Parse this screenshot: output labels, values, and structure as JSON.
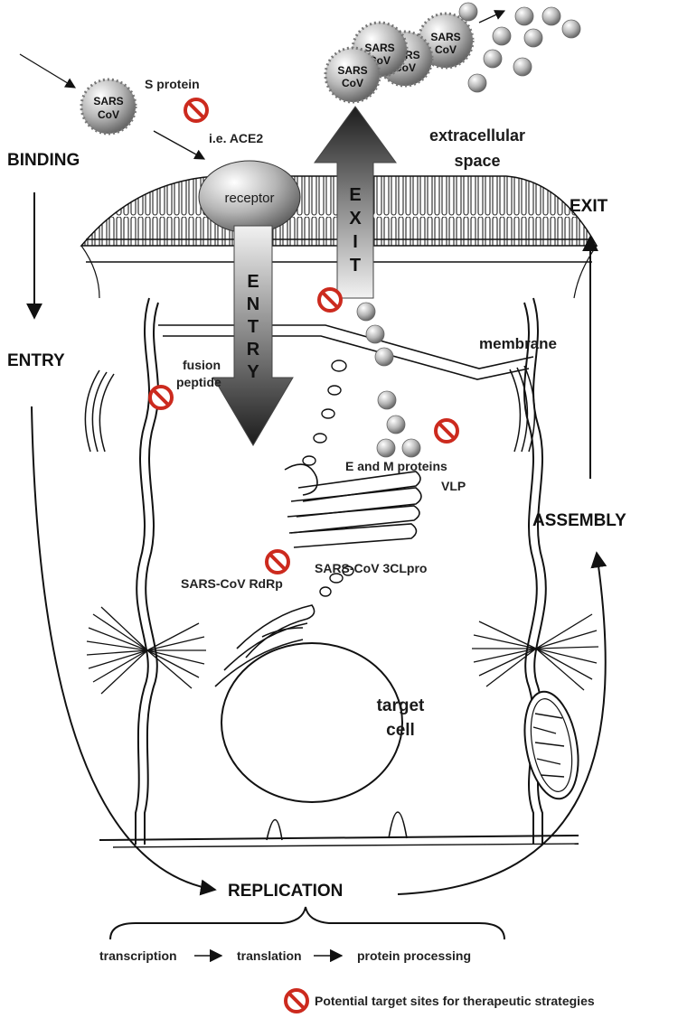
{
  "stages": {
    "binding": "BINDING",
    "entry": "ENTRY",
    "replication": "REPLICATION",
    "assembly": "ASSEMBLY",
    "exit": "EXIT"
  },
  "virus": {
    "line1": "SARS",
    "line2": "CoV",
    "exiting": [
      {
        "line1": "SARS",
        "line2": "CoV"
      },
      {
        "line1": "SARS",
        "line2": "CoV"
      },
      {
        "line1": "SARS",
        "line2": "CoV"
      },
      {
        "line1": "SARS",
        "line2": "CoV"
      }
    ]
  },
  "labels": {
    "s_protein": "S protein",
    "ace2": "i.e. ACE2",
    "receptor": "receptor",
    "extracellular_line1": "extracellular",
    "extracellular_line2": "space",
    "membrane": "membrane",
    "fusion_line1": "fusion",
    "fusion_line2": "peptide",
    "em_proteins": "E and M proteins",
    "vlp": "VLP",
    "clpro": "SARS-CoV 3CLpro",
    "rdrp": "SARS-CoV RdRp",
    "target_line1": "target",
    "target_line2": "cell"
  },
  "arrow_words": {
    "entry": [
      "E",
      "N",
      "T",
      "R",
      "Y"
    ],
    "exit": [
      "E",
      "X",
      "I",
      "T"
    ]
  },
  "steps": [
    "transcription",
    "translation",
    "protein processing"
  ],
  "legend": {
    "text": "Potential target sites for therapeutic strategies",
    "icon": "no-symbol-icon"
  },
  "colors": {
    "inhibitor": "#cc2a1e",
    "line": "#111111"
  }
}
